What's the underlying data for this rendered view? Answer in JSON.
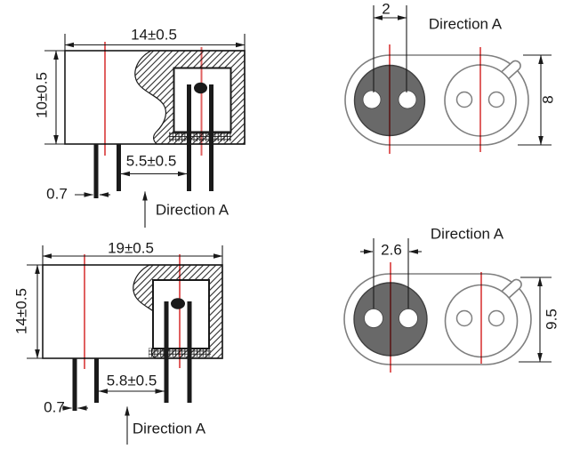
{
  "drawing": {
    "title": "two-pin component dimension drawing",
    "colors": {
      "line": "#1a1a1a",
      "centerline": "#e06060",
      "dark_fill": "#696969",
      "gray_outline": "#7f7f7f"
    },
    "views": {
      "side_small": {
        "width_dim": "14±0.5",
        "height_dim": "10±0.5",
        "pitch_dim": "5.5±0.5",
        "pin_dim": "0.7",
        "direction_label": "Direction A"
      },
      "bottom_small": {
        "pitch_dim": "2",
        "height_dim": "8",
        "direction_label": "Direction A"
      },
      "side_large": {
        "width_dim": "19±0.5",
        "height_dim": "14±0.5",
        "pitch_dim": "5.8±0.5",
        "pin_dim": "0.7",
        "direction_label": "Direction A"
      },
      "bottom_large": {
        "pitch_dim": "2.6",
        "height_dim": "9.5",
        "direction_label": "Direction A"
      }
    }
  }
}
